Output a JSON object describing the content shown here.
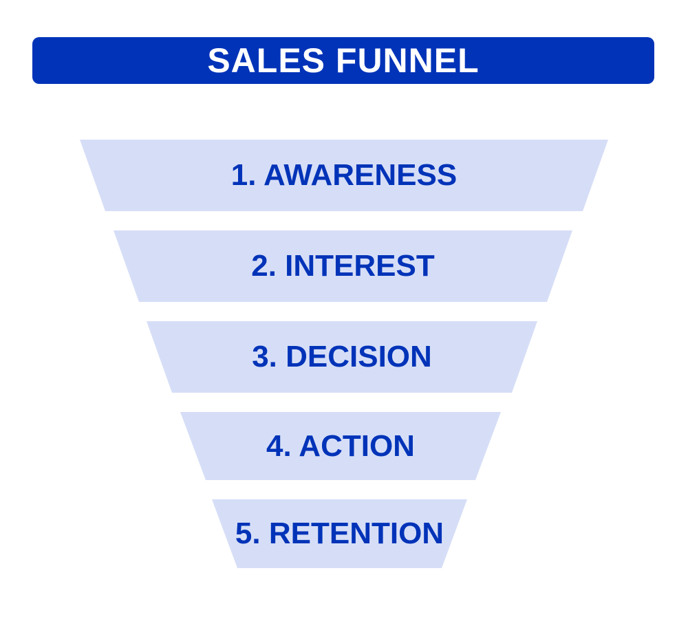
{
  "title": "SALES FUNNEL",
  "colors": {
    "title_background": "#0033b8",
    "title_text": "#ffffff",
    "stage_fill": "#d6def7",
    "stage_text": "#0033b8"
  },
  "stages": [
    {
      "label": "1. AWARENESS"
    },
    {
      "label": "2. INTEREST"
    },
    {
      "label": "3. DECISION"
    },
    {
      "label": "4. ACTION"
    },
    {
      "label": "5. RETENTION"
    }
  ]
}
